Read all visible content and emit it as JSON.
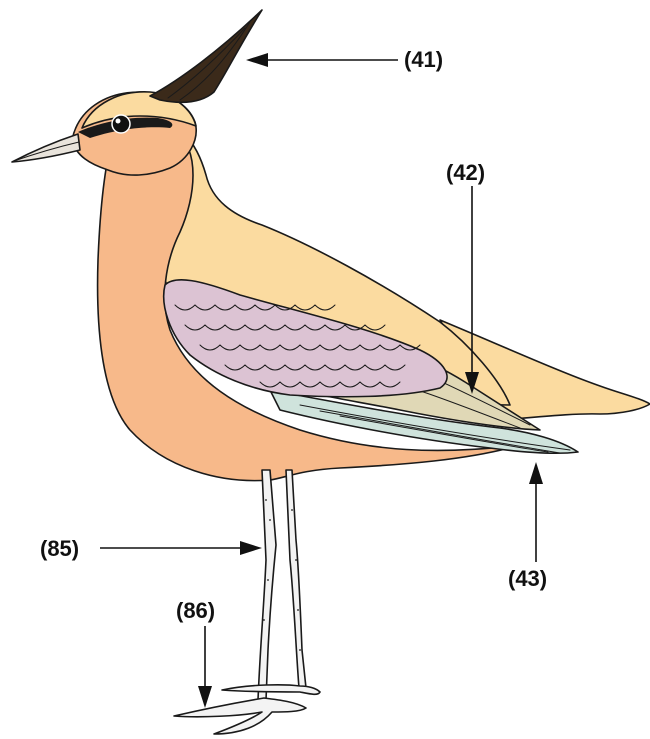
{
  "figure": {
    "subject-icon": "bird-illustration",
    "colors": {
      "breast": "#f7b98a",
      "back": "#fbdba0",
      "wing_coverts": "#dcc3d3",
      "tertials": "#e0d8b6",
      "primaries": "#cfe3dc",
      "legs": "#f3f3f3",
      "ink": "#1a1a1a"
    },
    "callouts": [
      {
        "id": "41",
        "label": "(41)"
      },
      {
        "id": "42",
        "label": "(42)"
      },
      {
        "id": "43",
        "label": "(43)"
      },
      {
        "id": "85",
        "label": "(85)"
      },
      {
        "id": "86",
        "label": "(86)"
      }
    ]
  }
}
